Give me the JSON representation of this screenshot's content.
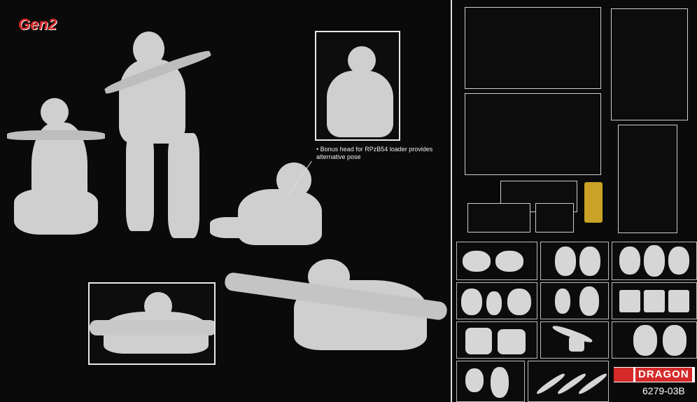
{
  "logo": {
    "gen_text": "Gen2",
    "gen_color": "#d62828"
  },
  "callout": {
    "text": "Bonus head for RPzB54 loader provides alternative pose"
  },
  "brand": {
    "name": "DRAGON",
    "color": "#d42a2a"
  },
  "product_code": "6279-03B"
}
